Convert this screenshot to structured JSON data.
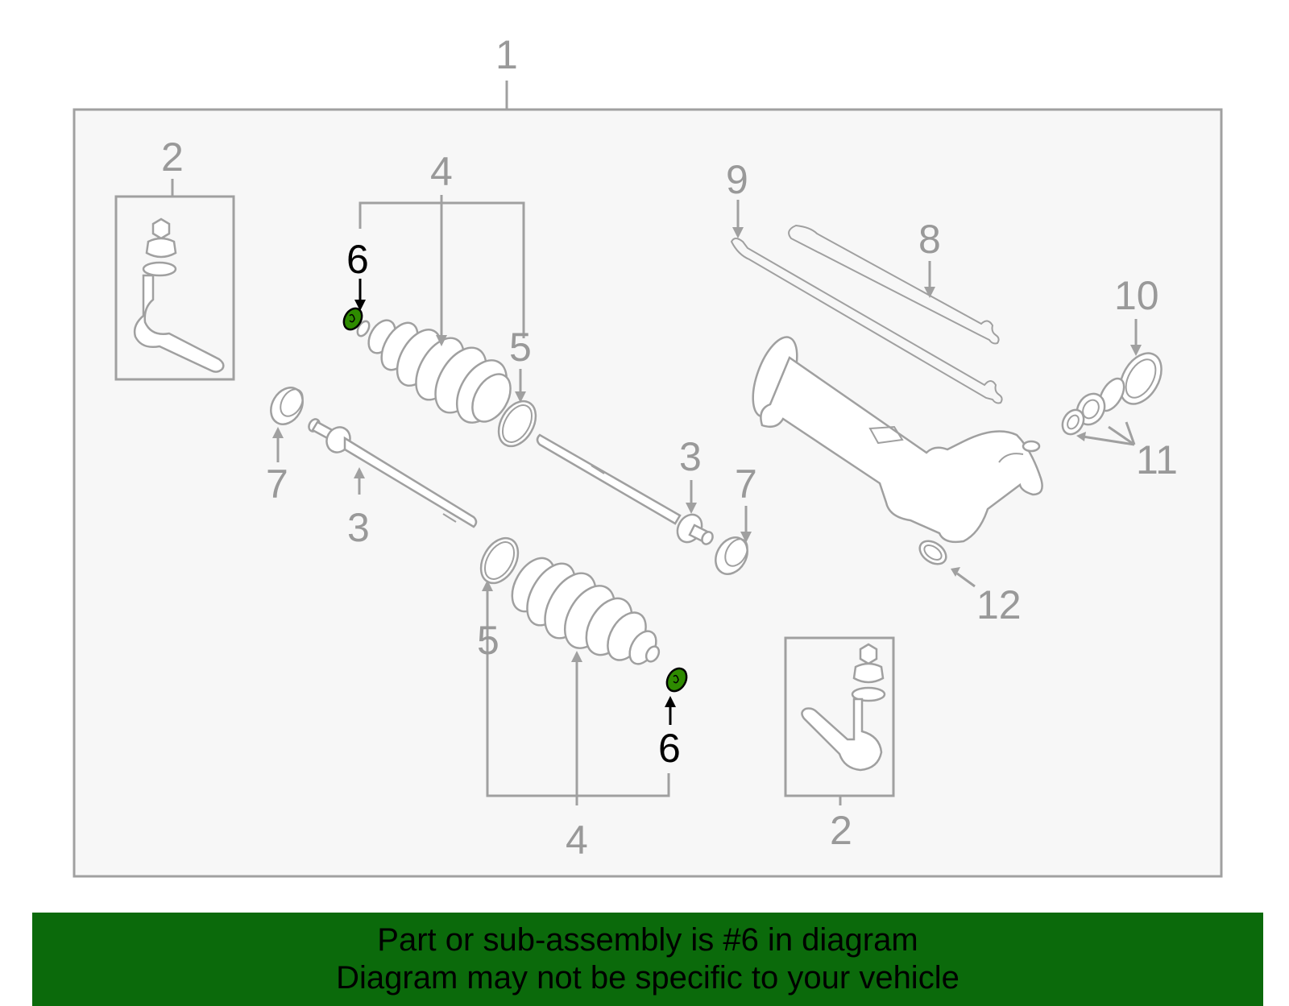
{
  "diagram": {
    "callouts": {
      "assembly": "1",
      "tie_rod_end_left": "2",
      "tie_rod_end_right": "2",
      "inner_tie_rod_upper": "3",
      "inner_tie_rod_lower": "3",
      "boot_kit_upper": "4",
      "boot_kit_lower": "4",
      "clamp_upper": "5",
      "clamp_lower": "5",
      "boot_clamp_upper": "6",
      "boot_clamp_lower": "6",
      "jam_nut_left": "7",
      "jam_nut_right": "7",
      "line_8": "8",
      "line_9": "9",
      "seal_10": "10",
      "seals_11": "11",
      "seal_12": "12"
    },
    "highlighted_part": "6",
    "colors": {
      "line_gray": "#a0a0a0",
      "highlight_green": "#2e8b00",
      "banner_green": "#0b6a0b",
      "panel_bg": "#f7f7f7"
    }
  },
  "banner": {
    "line1": "Part or sub-assembly is #6 in diagram",
    "line2": "Diagram may not be specific to your vehicle"
  }
}
